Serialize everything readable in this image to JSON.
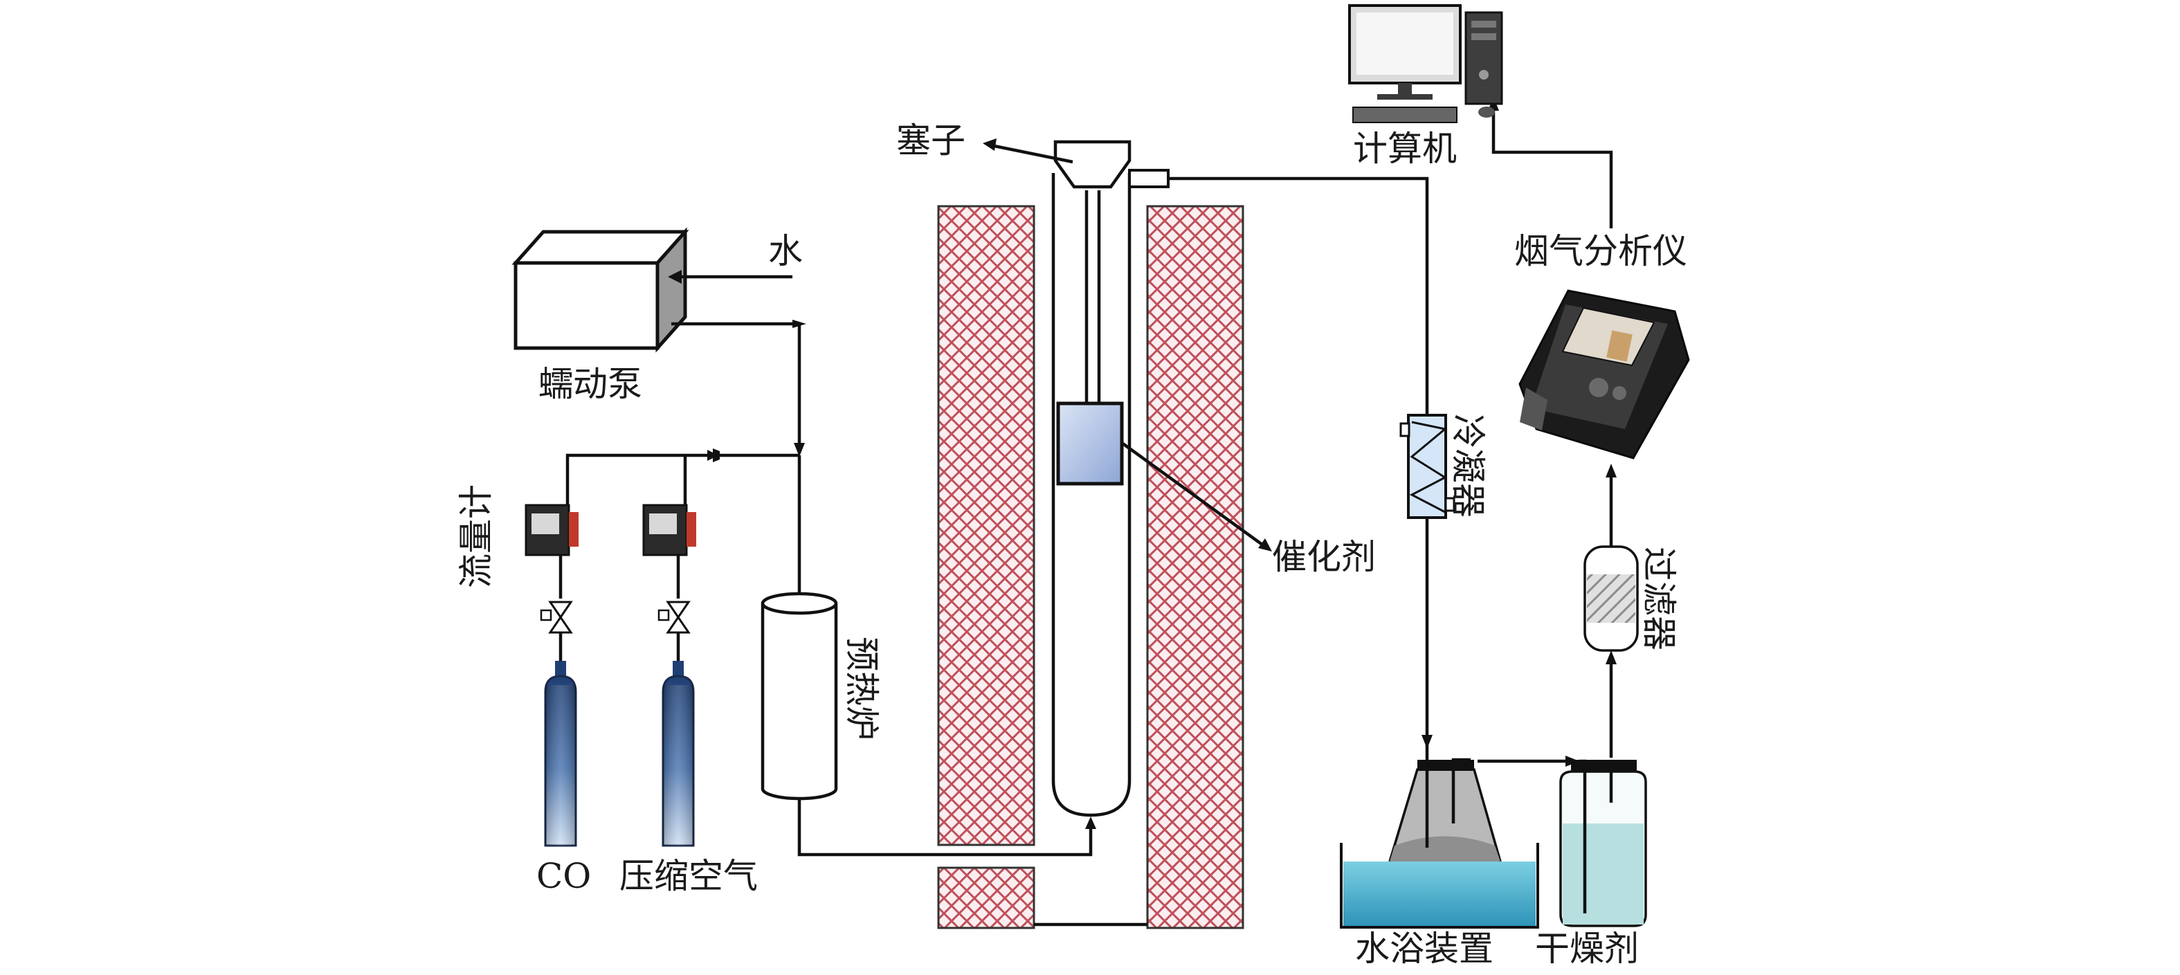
{
  "labels": {
    "stopper": "塞子",
    "water": "水",
    "pump": "蠕动泵",
    "flowmeter": "流量计",
    "co": "CO",
    "compressed_air": "压缩空气",
    "preheater": "预热炉",
    "catalyst": "催化剂",
    "condenser": "冷凝器",
    "water_bath": "水浴装置",
    "desiccant": "干燥剂",
    "filter": "过滤器",
    "flue_gas_analyzer": "烟气分析仪",
    "computer": "计算机"
  },
  "colors": {
    "furnace_hatch": "#c0505a",
    "cylinder_dark": "#1f3f73",
    "cylinder_light": "#c9dcf2",
    "catalyst_fill": "#a8bce0",
    "water_fill": "#4fb3d0",
    "desiccant_fill": "#b7dfe0",
    "condenser_fill": "#9fc6ea",
    "analyzer_body": "#222222"
  }
}
